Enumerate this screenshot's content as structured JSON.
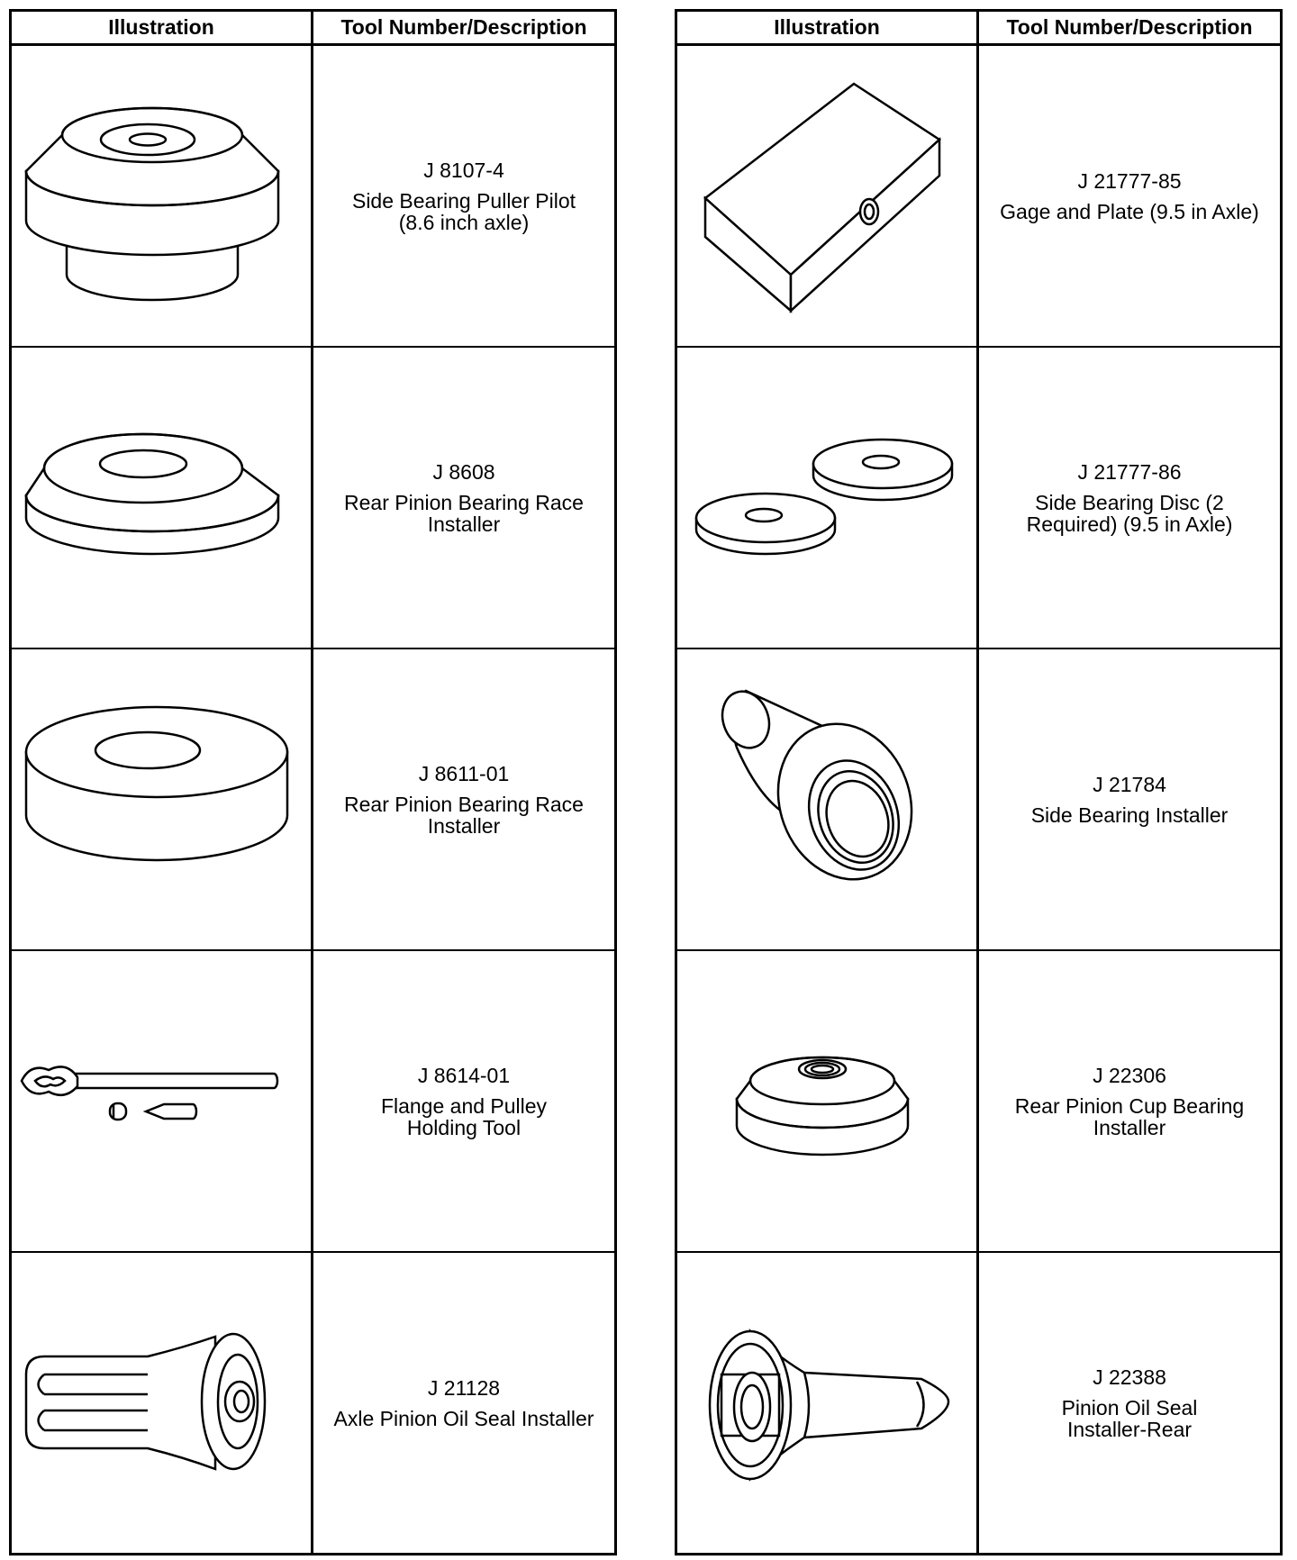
{
  "headers": {
    "illustration": "Illustration",
    "tool": "Tool Number/Description"
  },
  "left_table": [
    {
      "number": "J 8107-4",
      "description": "Side Bearing Puller Pilot\n(8.6 inch axle)",
      "icon": "side-bearing-puller-pilot-icon"
    },
    {
      "number": "J 8608",
      "description": "Rear Pinion Bearing Race\nInstaller",
      "icon": "bearing-race-installer-icon"
    },
    {
      "number": "J 8611-01",
      "description": "Rear Pinion Bearing Race\nInstaller",
      "icon": "race-installer-disc-icon"
    },
    {
      "number": "J 8614-01",
      "description": "Flange and Pulley\nHolding Tool",
      "icon": "holding-tool-icon"
    },
    {
      "number": "J 21128",
      "description": "Axle Pinion Oil Seal Installer",
      "icon": "oil-seal-installer-icon"
    }
  ],
  "right_table": [
    {
      "number": "J 21777-85",
      "description": "Gage and Plate (9.5 in Axle)",
      "icon": "gage-plate-icon"
    },
    {
      "number": "J 21777-86",
      "description": "Side Bearing Disc (2\nRequired) (9.5 in Axle)",
      "icon": "bearing-discs-icon"
    },
    {
      "number": "J 21784",
      "description": "Side Bearing Installer",
      "icon": "side-bearing-installer-icon"
    },
    {
      "number": "J 22306",
      "description": "Rear Pinion Cup Bearing\nInstaller",
      "icon": "cup-bearing-installer-icon"
    },
    {
      "number": "J 22388",
      "description": "Pinion Oil Seal\nInstaller-Rear",
      "icon": "pinion-seal-installer-icon"
    }
  ]
}
